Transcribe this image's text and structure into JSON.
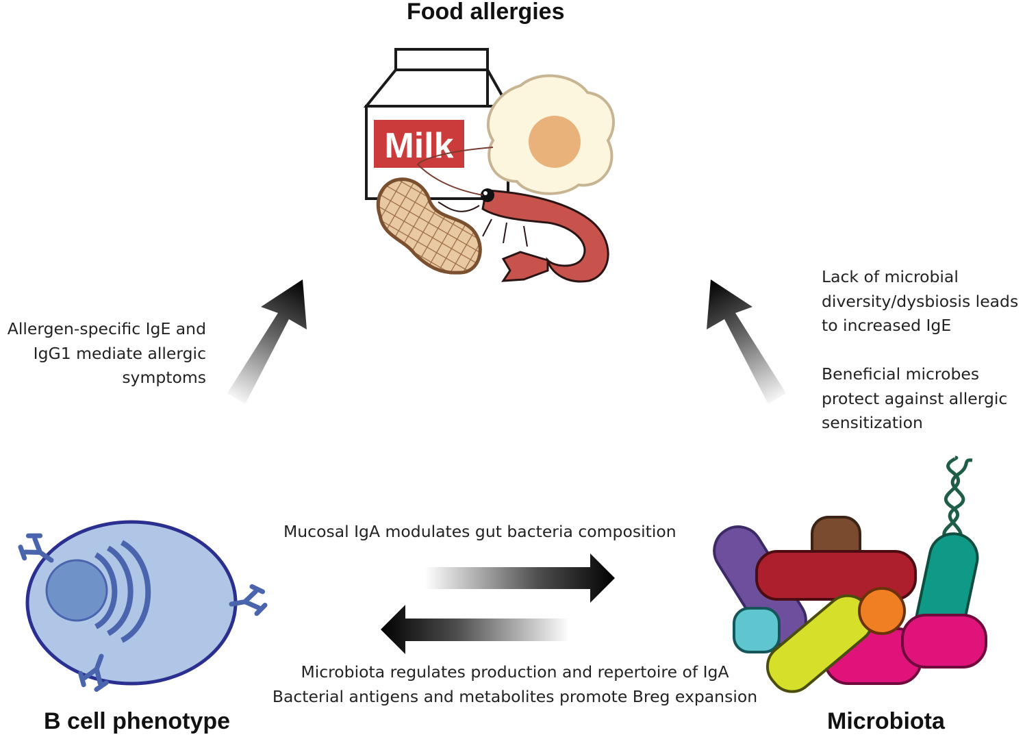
{
  "nodes": {
    "food": {
      "title": "Food allergies",
      "milk_label": "Milk"
    },
    "bcell": {
      "title": "B cell phenotype"
    },
    "microbiota": {
      "title": "Microbiota"
    }
  },
  "edges": {
    "bcell_to_food": {
      "lines": [
        "Allergen-specific IgE and",
        "IgG1 mediate allergic",
        "symptoms"
      ]
    },
    "microbiota_to_food": {
      "para1": [
        "Lack of microbial",
        "diversity/dysbiosis leads",
        "to increased IgE"
      ],
      "para2": [
        "Beneficial microbes",
        "protect against allergic",
        "sensitization"
      ]
    },
    "bcell_to_microbiota": {
      "text": "Mucosal IgA modulates gut bacteria composition"
    },
    "microbiota_to_bcell": {
      "line1": "Microbiota regulates production and repertoire of IgA",
      "line2": "Bacterial antigens and metabolites promote Breg expansion"
    }
  },
  "colors": {
    "arrow": "#111111",
    "cell_fill": "#afc6e6",
    "cell_outline": "#2b2f8f",
    "nucleus": "#6f93c9",
    "milk_red": "#cc3b3b",
    "shrimp": "#c8524c",
    "peanut": "#e9c9a2",
    "egg_yolk": "#e8b27a"
  }
}
